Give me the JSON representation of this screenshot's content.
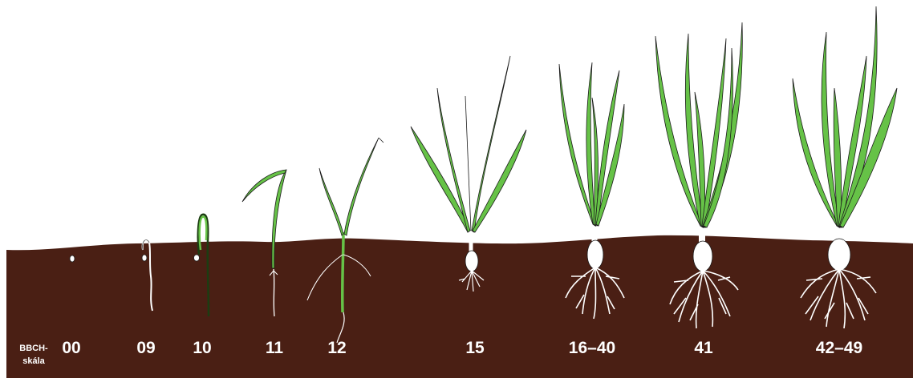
{
  "scale_label": {
    "line1": "BBCH-",
    "line2": "skála"
  },
  "stages": [
    {
      "code": "00"
    },
    {
      "code": "09"
    },
    {
      "code": "10"
    },
    {
      "code": "11"
    },
    {
      "code": "12"
    },
    {
      "code": "15"
    },
    {
      "code": "16–40"
    },
    {
      "code": "41"
    },
    {
      "code": "42–49"
    }
  ],
  "colors": {
    "soil": "#4a1f14",
    "leaf": "#66c247",
    "leaf_outline": "#1b1b1b",
    "root": "#ffffff",
    "label": "#ffffff",
    "background": "#ffffff"
  }
}
